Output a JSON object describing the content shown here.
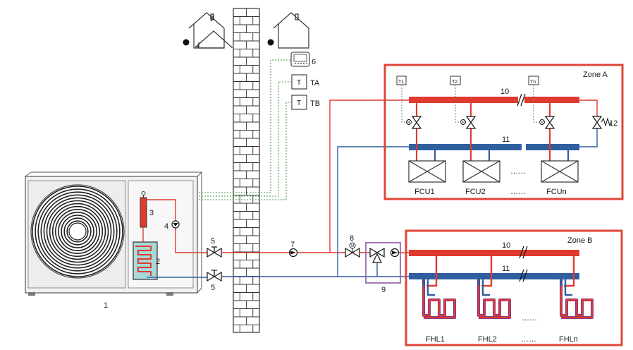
{
  "labels": {
    "outdoor_unit": "1",
    "heat_exchanger": "2",
    "backup_heater": "3",
    "internal_pump": "4",
    "shutoff_valve_supply": "5",
    "shutoff_valve_return": "5",
    "thermostat": "6",
    "circulation_pump": "7",
    "three_way_valve_main": "8",
    "mixing_station": "9",
    "supply_manifold_a": "10",
    "return_manifold_a": "11",
    "bypass_valve": "12",
    "supply_manifold_b": "10",
    "return_manifold_b": "11"
  },
  "sensors": {
    "ta": "TA",
    "tb": "TB",
    "thermostat_glyph": "T",
    "t1": "T1",
    "t2": "T2",
    "tn": "Tn"
  },
  "valve_actuator": "M",
  "zone_a": {
    "title": "Zone A",
    "units": [
      "FCU1",
      "FCU2",
      "……",
      "FCUn"
    ],
    "dots": "……"
  },
  "zone_b": {
    "title": "Zone B",
    "loops": [
      "FHL1",
      "FHL2",
      "……",
      "FHLn"
    ],
    "dots": "……"
  },
  "colors": {
    "supply": "#e03a2f",
    "return": "#2f5f9e",
    "zone_border": "#e04438",
    "mixing_box": "#8a5aa0",
    "signal": "#4a9a4a",
    "heat_exchanger": "#a8d8d8",
    "wall_mortar": "#ffffff",
    "wall_brick": "#ffffff"
  }
}
